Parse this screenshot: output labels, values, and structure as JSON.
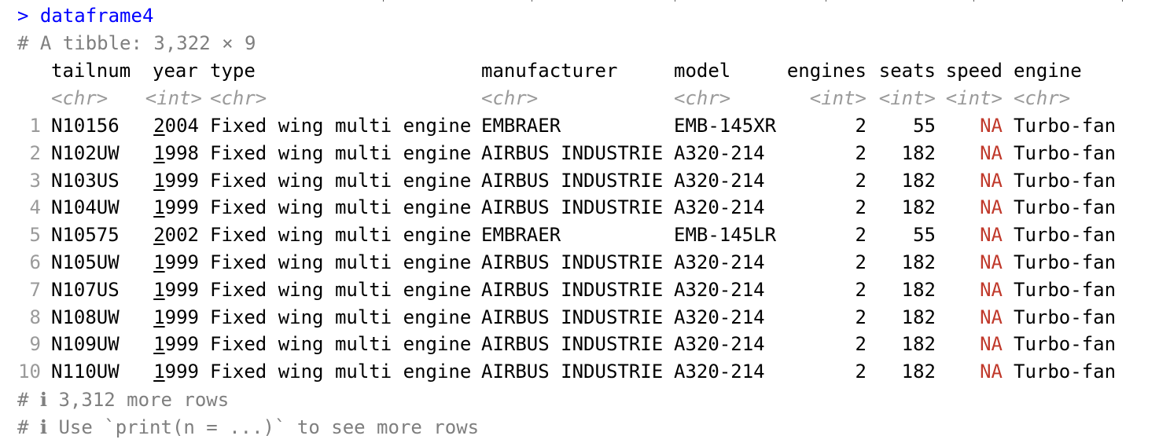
{
  "console": {
    "prompt_symbol": ">",
    "command": "dataframe4",
    "tibble_summary": "# A tibble: 3,322 × 9",
    "footer_more_rows": "# ℹ 3,312 more rows",
    "footer_hint": "# ℹ Use `print(n = ...)` to see more rows"
  },
  "table": {
    "columns": [
      {
        "name": "tailnum",
        "type": "<chr>"
      },
      {
        "name": "year",
        "type": "<int>"
      },
      {
        "name": "type",
        "type": "<chr>"
      },
      {
        "name": "manufacturer",
        "type": "<chr>"
      },
      {
        "name": "model",
        "type": "<chr>"
      },
      {
        "name": "engines",
        "type": "<int>"
      },
      {
        "name": "seats",
        "type": "<int>"
      },
      {
        "name": "speed",
        "type": "<int>"
      },
      {
        "name": "engine",
        "type": "<chr>"
      }
    ],
    "rows": [
      {
        "n": "1",
        "tailnum": "N10156",
        "year_first": "2",
        "year_rest": "004",
        "type": "Fixed wing multi engine",
        "manufacturer": "EMBRAER",
        "model": "EMB-145XR",
        "engines": "2",
        "seats": "55",
        "speed": "NA",
        "engine": "Turbo-fan"
      },
      {
        "n": "2",
        "tailnum": "N102UW",
        "year_first": "1",
        "year_rest": "998",
        "type": "Fixed wing multi engine",
        "manufacturer": "AIRBUS INDUSTRIE",
        "model": "A320-214",
        "engines": "2",
        "seats": "182",
        "speed": "NA",
        "engine": "Turbo-fan"
      },
      {
        "n": "3",
        "tailnum": "N103US",
        "year_first": "1",
        "year_rest": "999",
        "type": "Fixed wing multi engine",
        "manufacturer": "AIRBUS INDUSTRIE",
        "model": "A320-214",
        "engines": "2",
        "seats": "182",
        "speed": "NA",
        "engine": "Turbo-fan"
      },
      {
        "n": "4",
        "tailnum": "N104UW",
        "year_first": "1",
        "year_rest": "999",
        "type": "Fixed wing multi engine",
        "manufacturer": "AIRBUS INDUSTRIE",
        "model": "A320-214",
        "engines": "2",
        "seats": "182",
        "speed": "NA",
        "engine": "Turbo-fan"
      },
      {
        "n": "5",
        "tailnum": "N10575",
        "year_first": "2",
        "year_rest": "002",
        "type": "Fixed wing multi engine",
        "manufacturer": "EMBRAER",
        "model": "EMB-145LR",
        "engines": "2",
        "seats": "55",
        "speed": "NA",
        "engine": "Turbo-fan"
      },
      {
        "n": "6",
        "tailnum": "N105UW",
        "year_first": "1",
        "year_rest": "999",
        "type": "Fixed wing multi engine",
        "manufacturer": "AIRBUS INDUSTRIE",
        "model": "A320-214",
        "engines": "2",
        "seats": "182",
        "speed": "NA",
        "engine": "Turbo-fan"
      },
      {
        "n": "7",
        "tailnum": "N107US",
        "year_first": "1",
        "year_rest": "999",
        "type": "Fixed wing multi engine",
        "manufacturer": "AIRBUS INDUSTRIE",
        "model": "A320-214",
        "engines": "2",
        "seats": "182",
        "speed": "NA",
        "engine": "Turbo-fan"
      },
      {
        "n": "8",
        "tailnum": "N108UW",
        "year_first": "1",
        "year_rest": "999",
        "type": "Fixed wing multi engine",
        "manufacturer": "AIRBUS INDUSTRIE",
        "model": "A320-214",
        "engines": "2",
        "seats": "182",
        "speed": "NA",
        "engine": "Turbo-fan"
      },
      {
        "n": "9",
        "tailnum": "N109UW",
        "year_first": "1",
        "year_rest": "999",
        "type": "Fixed wing multi engine",
        "manufacturer": "AIRBUS INDUSTRIE",
        "model": "A320-214",
        "engines": "2",
        "seats": "182",
        "speed": "NA",
        "engine": "Turbo-fan"
      },
      {
        "n": "10",
        "tailnum": "N110UW",
        "year_first": "1",
        "year_rest": "999",
        "type": "Fixed wing multi engine",
        "manufacturer": "AIRBUS INDUSTRIE",
        "model": "A320-214",
        "engines": "2",
        "seats": "182",
        "speed": "NA",
        "engine": "Turbo-fan"
      }
    ]
  },
  "colors": {
    "prompt": "#0000ff",
    "comment": "#7f7f7f",
    "type_hint": "#9a9a9a",
    "na_value": "#c0392b"
  }
}
